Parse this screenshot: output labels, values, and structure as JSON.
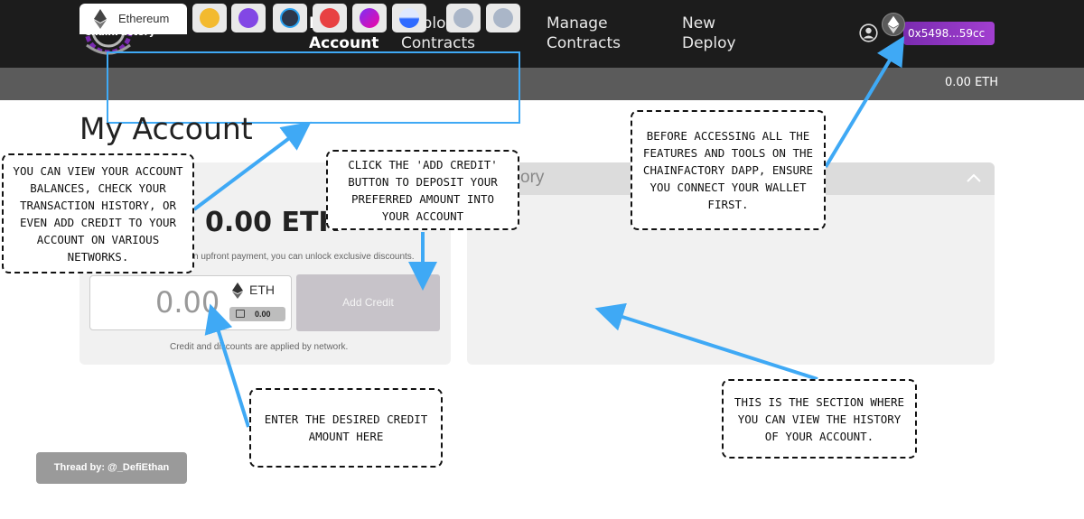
{
  "app": {
    "logo_text": "ChainFactory"
  },
  "nav": {
    "items": [
      {
        "lines": [
          "My",
          "Account"
        ]
      },
      {
        "lines": [
          "Deployed",
          "Contracts"
        ]
      },
      {
        "lines": [
          "Manage",
          "Contracts"
        ]
      },
      {
        "lines": [
          "New",
          "Deploy"
        ]
      }
    ]
  },
  "wallet": {
    "address": "0x5498...59cc"
  },
  "network_bar": {
    "active_network": "Ethereum",
    "balance": "0.00 ETH"
  },
  "page": {
    "title": "My Account"
  },
  "account_card": {
    "balance": "0.00 ETH",
    "upfront_text": "n upfront payment, you can unlock exclusive discounts.",
    "credit_input_value": "0.00",
    "currency": "ETH",
    "wallet_balance": "0.00",
    "add_credit_label": "Add Credit",
    "footer_note": "Credit and discounts are applied by network."
  },
  "history_card": {
    "title": "ory"
  },
  "annotations": {
    "view_balances": "You can view your account balances, check your transaction history, or even add credit to your account on various networks.",
    "add_credit": "Click the 'Add Credit' button to deposit your preferred amount into your account",
    "connect_wallet": "Before accessing all the features and tools on the ChainFactory dApp, ensure you connect your wallet first.",
    "enter_amount": "Enter the desired credit amount here",
    "history_section": "This is the section where you can view the history of your account."
  },
  "credit": {
    "thread_by": "Thread by: @_DefiEthan"
  },
  "colors": {
    "topbar": "#1c1c1c",
    "network_bar": "#5b5b5b",
    "wallet_button": "#9b3cc9",
    "annotation_arrow": "#3fa9f5",
    "card_bg": "#f1f1f1"
  }
}
